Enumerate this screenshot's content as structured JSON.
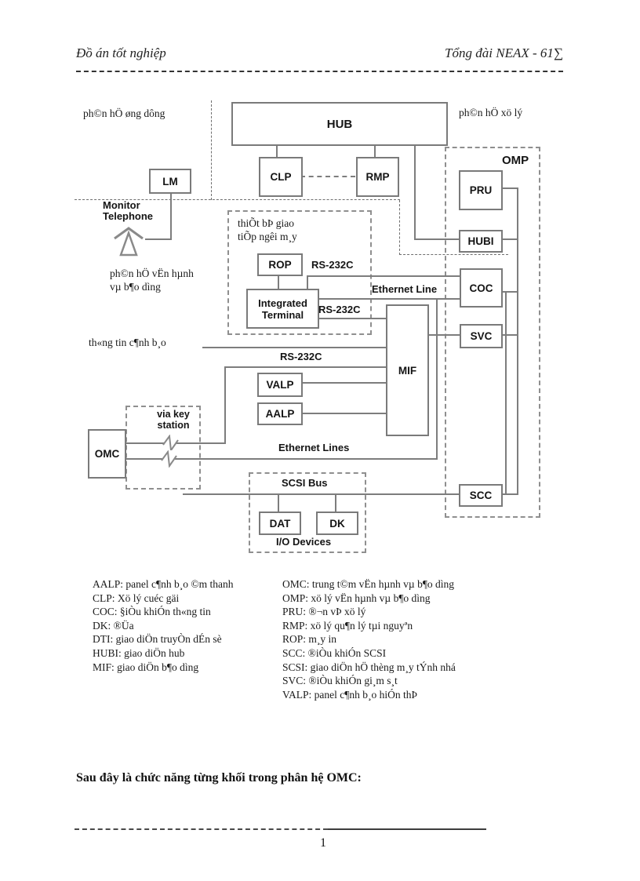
{
  "header": {
    "title_left": "Đồ án tốt nghiệp",
    "title_right": "Tổng đài NEAX - 61∑"
  },
  "diagram": {
    "regions": {
      "application_label": "ph©n hÖ øng dông",
      "processing_label": "ph©n hÖ xö lý",
      "om_label": "ph©n hÖ vËn hµnh\nvµ b¶o dìng",
      "mmi_label": "thiÕt bÞ giao\ntiÕp ngêi  m¸y",
      "omp_label": "OMP"
    },
    "blocks": {
      "hub": "HUB",
      "clp": "CLP",
      "rmp": "RMP",
      "lm": "LM",
      "pru": "PRU",
      "hubi": "HUBI",
      "coc": "COC",
      "svc": "SVC",
      "scc": "SCC",
      "rop": "ROP",
      "integrated_terminal": "Integrated\nTerminal",
      "mif": "MIF",
      "valp": "VALP",
      "aalp": "AALP",
      "omc": "OMC",
      "dat": "DAT",
      "dk": "DK"
    },
    "labels": {
      "monitor_telephone": "Monitor\nTelephone",
      "rs232c_1": "RS-232C",
      "rs232c_2": "RS-232C",
      "rs232c_3": "RS-232C",
      "ethernet_line": "Ethernet Line",
      "ethernet_lines": "Ethernet Lines",
      "alarm_info": "th«ng tin  c¶nh b¸o",
      "via_key_station": "via key\nstation",
      "scsi_bus": "SCSI Bus",
      "io_devices": "I/O Devices"
    }
  },
  "legend": {
    "left": [
      "AALP: panel c¶nh b¸o ©m thanh",
      "CLP: Xö lý cuéc gäi",
      "COC: §iÒu khiÓn th«ng tin",
      "DK: ®Üa",
      "DTI: giao diÖn truyÒn dÉn sè",
      "HUBI: giao diÖn hub",
      "MIF: giao diÖn b¶o dìng"
    ],
    "right": [
      "OMC: trung t©m vËn hµnh  vµ b¶o dìng",
      "OMP: xö lý vËn hµnh  vµ b¶o dìng",
      "PRU: ®¬n vÞ xö lý",
      "RMP: xö lý qu¶n lý tµi nguyªn",
      "ROP: m¸y in",
      "SCC: ®iÒu khiÓn  SCSI",
      "SCSI: giao diÖn hÖ thèng m¸y tÝnh nhá",
      "SVC: ®iÒu khiÓn gi¸m s¸t",
      "VALP: panel c¶nh b¸o hiÓn thÞ"
    ]
  },
  "body": {
    "closing_line": "Sau đây là chức năng từng khối trong phân hệ OMC:"
  },
  "footer": {
    "page_number": "1"
  }
}
